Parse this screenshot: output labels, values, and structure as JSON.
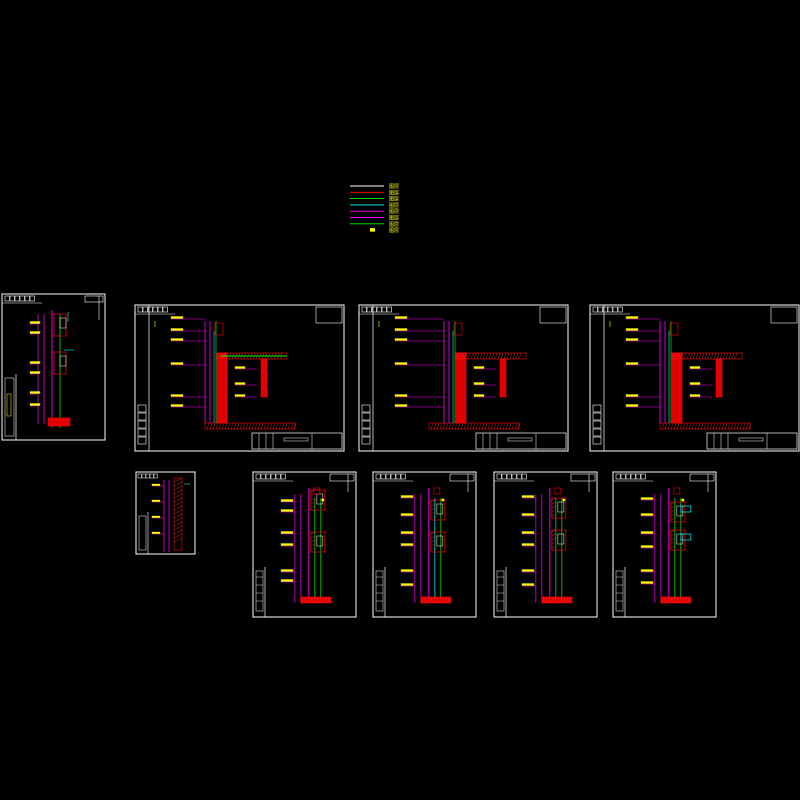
{
  "drawing": {
    "background": "#000000",
    "colors": {
      "frame": "#ffffff",
      "wall_fill": "#e00000",
      "hatch": "#ff3030",
      "magenta": "#ff00ff",
      "green": "#00ff00",
      "cyan": "#00ffff",
      "yellow": "#ffff00",
      "red": "#ff0000",
      "blue": "#3a5cff",
      "orange": "#ffa500"
    },
    "legend": {
      "title": "",
      "entries": [
        {
          "label": "图层",
          "line_color": "#ffffff"
        },
        {
          "label": "图层",
          "line_color": "#ff0000"
        },
        {
          "label": "图层",
          "line_color": "#00ff00"
        },
        {
          "label": "图层",
          "line_color": "#00ffff"
        },
        {
          "label": "图层",
          "line_color": "#ff00ff"
        },
        {
          "label": "图层",
          "line_color": "#ff00ff"
        },
        {
          "label": "图层",
          "line_color": "#00ff00"
        },
        {
          "label": "图层",
          "line_color": ""
        }
      ]
    },
    "sheets": [
      {
        "id": "sheet-1",
        "kind": "portrait"
      },
      {
        "id": "sheet-2",
        "kind": "landscape"
      },
      {
        "id": "sheet-3",
        "kind": "landscape"
      },
      {
        "id": "sheet-4",
        "kind": "landscape"
      },
      {
        "id": "sheet-5",
        "kind": "small"
      },
      {
        "id": "sheet-6",
        "kind": "portrait"
      },
      {
        "id": "sheet-7",
        "kind": "portrait"
      },
      {
        "id": "sheet-8",
        "kind": "portrait"
      },
      {
        "id": "sheet-9",
        "kind": "portrait"
      }
    ]
  }
}
